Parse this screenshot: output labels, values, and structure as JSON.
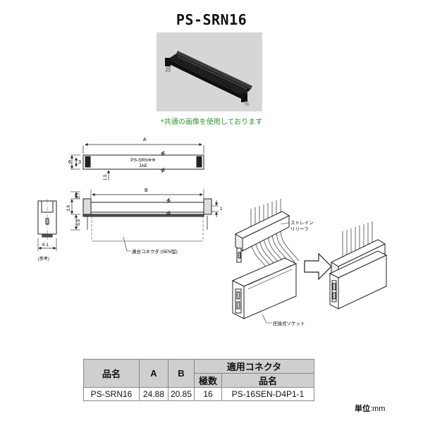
{
  "product_title": "PS-SRN16",
  "photo_note": "*共通の画像を使用しております",
  "drawing": {
    "dim_A": "A",
    "dim_B": "B",
    "dim_6": "6",
    "dim_3": "3",
    "dim_1_5": "1.5",
    "dim_3_7": "3.7",
    "dim_3_9": "3.9",
    "dim_6_6": "6.6",
    "dim_1": "1",
    "dim_6_1": "6.1",
    "ref_label": "(参考)",
    "marking_line1": "PS-SRN※※",
    "marking_line2": "JAE",
    "applicable_connector_label": "適合コネクタ (SEN型)",
    "strain_relief_label_line1": "ストレイン",
    "strain_relief_label_line2": "リリーフ",
    "idc_socket_label": "圧接式ソケット"
  },
  "table": {
    "headers": {
      "part_name": "品名",
      "a": "A",
      "b": "B",
      "applicable_connector": "適用コネクタ",
      "poles": "極数",
      "connector_part_name": "品名"
    },
    "row": {
      "part_name": "PS-SRN16",
      "a": "24.88",
      "b": "20.85",
      "poles": "16",
      "connector_part_name": "PS-16SEN-D4P1-1"
    }
  },
  "unit": {
    "label": "単位",
    "value": ":mm"
  }
}
